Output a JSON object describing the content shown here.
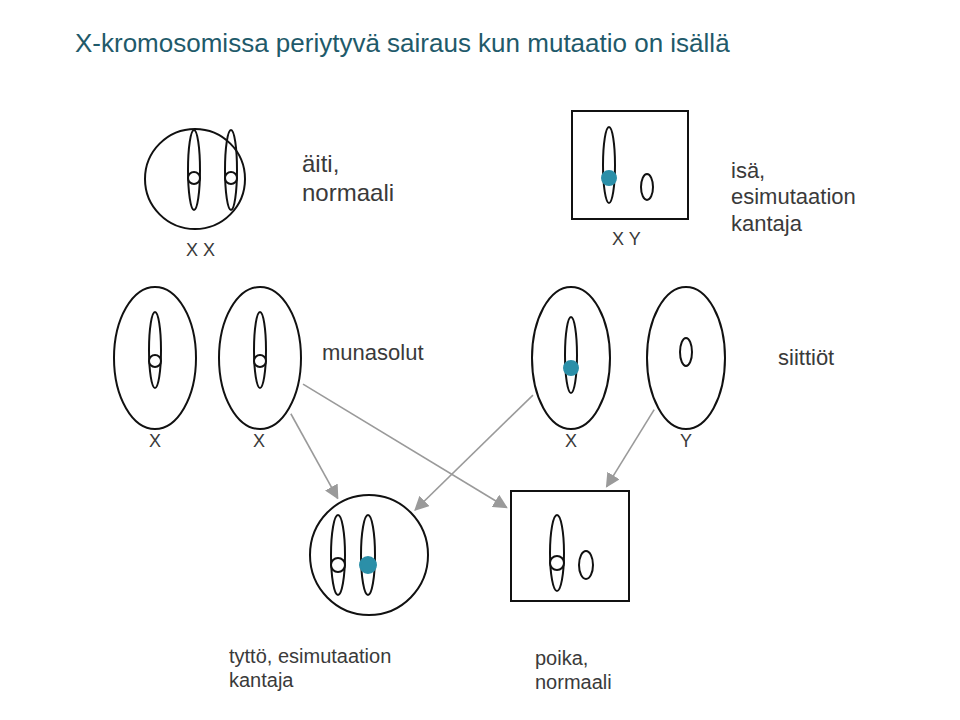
{
  "diagram": {
    "title": "X-kromosomissa periytyvä sairaus kun mutaatio on isällä",
    "nodes": [
      {
        "text": [
          "äiti, normaali",
          "X X"
        ]
      },
      {
        "text": [
          "isä, esimutaation kantaja",
          "X Y"
        ]
      },
      {
        "text": [
          "X"
        ]
      },
      {
        "text": [
          "X"
        ]
      },
      {
        "text": [
          "X"
        ]
      },
      {
        "text": [
          "Y"
        ]
      },
      {
        "text": [
          "tyttö, esimutaation kantaja"
        ]
      },
      {
        "text": [
          "poika, normaali"
        ]
      }
    ],
    "edges": [
      {
        "from": 3,
        "to": 6,
        "arrow": "to"
      },
      {
        "from": 3,
        "to": 7,
        "arrow": "to"
      },
      {
        "from": 4,
        "to": 6,
        "arrow": "to"
      },
      {
        "from": 5,
        "to": 7,
        "arrow": "to"
      }
    ],
    "labels": [
      "munasolut",
      "siittiöt"
    ]
  }
}
